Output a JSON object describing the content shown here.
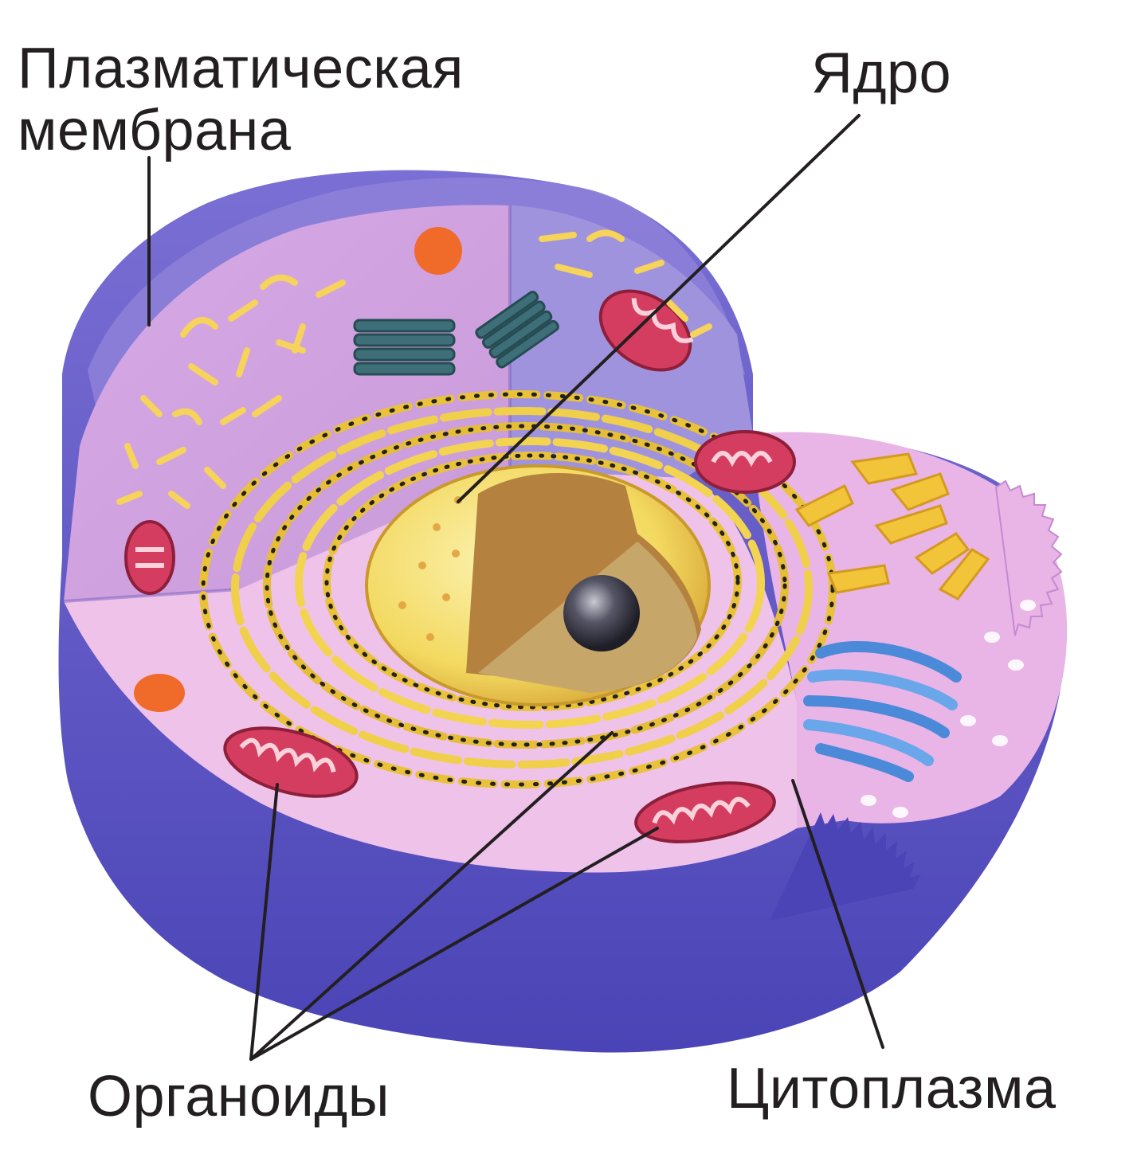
{
  "labels": {
    "membrane_line1": "Плазматическая",
    "membrane_line2": "мембрана",
    "nucleus": "Ядро",
    "organoids": "Органоиды",
    "cytoplasm": "Цитоплазма"
  },
  "colors": {
    "membrane_outer": "#5c5cc4",
    "membrane_top": "#8a7fd6",
    "cytoplasm": "#efc3ea",
    "cut_face": "#d9a6df",
    "er_yellow": "#f3d04c",
    "nucleus_yellow": "#f7e27a",
    "chromatin_brown": "#b77a3a",
    "nucleolus": "#3a3a48",
    "mitochondria": "#d43d5f",
    "golgi": "#4b8ad8",
    "centriole": "#3e6f78",
    "lysosome_orange": "#f06a2a",
    "leader_line": "#231f20"
  },
  "icons": {
    "mitochondrion": "mitochondrion-icon",
    "nucleus": "nucleus-icon",
    "golgi": "golgi-apparatus-icon",
    "centriole": "centriole-icon",
    "lysosome": "lysosome-icon",
    "endoplasmic_reticulum": "endoplasmic-reticulum-icon"
  }
}
